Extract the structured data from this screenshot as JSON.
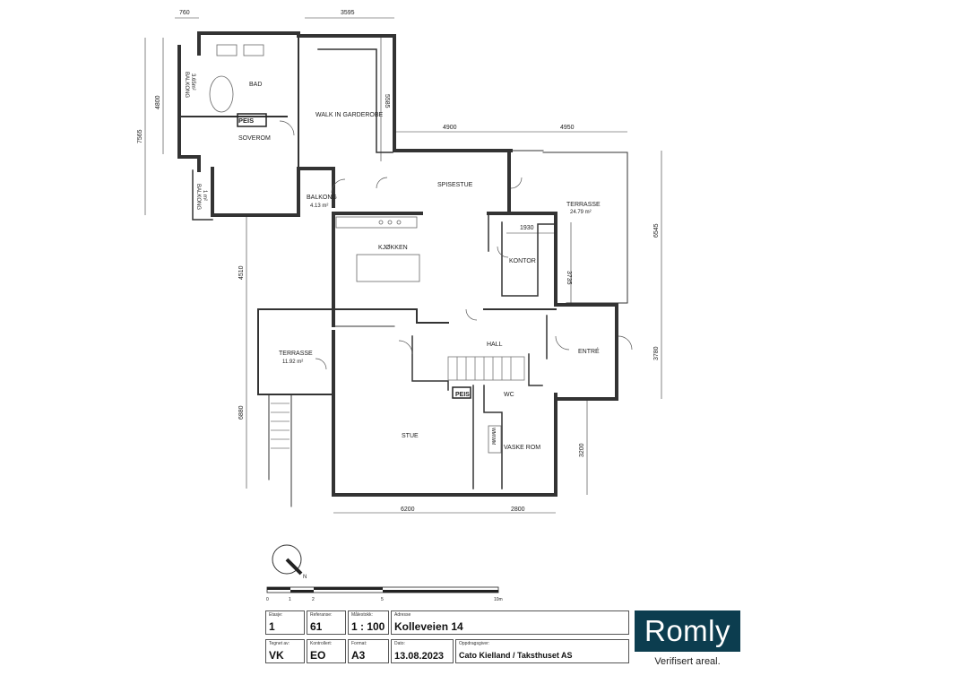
{
  "rooms": {
    "bad": "BAD",
    "balkong1": "BALKONG",
    "balkong1_area": "3.65m²",
    "peis1": "PEIS",
    "soverom": "SOVEROM",
    "walkin": "WALK IN GARDEROBE",
    "balkong2": "BALKONG",
    "balkong2_area": "4.13 m²",
    "balkong3": "BALKONG",
    "balkong3_area": "1 m²",
    "spisestue": "SPISESTUE",
    "kjokken": "KJØKKEN",
    "kontor": "KONTOR",
    "terrasse1": "TERRASSE",
    "terrasse1_area": "24.79 m²",
    "terrasse2": "TERRASSE",
    "terrasse2_area": "11.92 m²",
    "hall": "HALL",
    "entre": "ENTRÉ",
    "peis2": "PEIS",
    "wc": "WC",
    "stue": "STUE",
    "vaskerom": "VASKE ROM",
    "wm": "WM/WM"
  },
  "dimensions": {
    "d760": "760",
    "d3595": "3595",
    "d7565": "7565",
    "d4800": "4800",
    "d5585": "5585",
    "d4900": "4900",
    "d4950": "4950",
    "d1930": "1930",
    "d3735": "3735",
    "d6545": "6545",
    "d4510": "4510",
    "d3780": "3780",
    "d6880": "6880",
    "d3200": "3200",
    "d6200": "6200",
    "d2800": "2800"
  },
  "compass": {
    "north": "N"
  },
  "scale": {
    "ticks": [
      "0",
      "1",
      "2",
      "5",
      "10m"
    ]
  },
  "titleblock": {
    "etasje_label": "Etasje:",
    "etasje": "1",
    "referanse_label": "Referanse:",
    "referanse": "61",
    "malestokk_label": "Målestokk:",
    "malestokk": "1 : 100",
    "adresse_label": "Adresse",
    "adresse": "Kolleveien 14",
    "tegnet_label": "Tegnet av:",
    "tegnet": "VK",
    "kontrollert_label": "Kontrollert:",
    "kontrollert": "EO",
    "format_label": "Format:",
    "format": "A3",
    "dato_label": "Dato:",
    "dato": "13.08.2023",
    "oppdragsgiver_label": "Oppdragsgiver:",
    "oppdragsgiver": "Cato Kielland / Taksthuset AS"
  },
  "logo": {
    "name": "Romly",
    "tagline": "Verifisert areal."
  },
  "colors": {
    "logo_bg": "#0c3d4f",
    "wall": "#333333"
  }
}
